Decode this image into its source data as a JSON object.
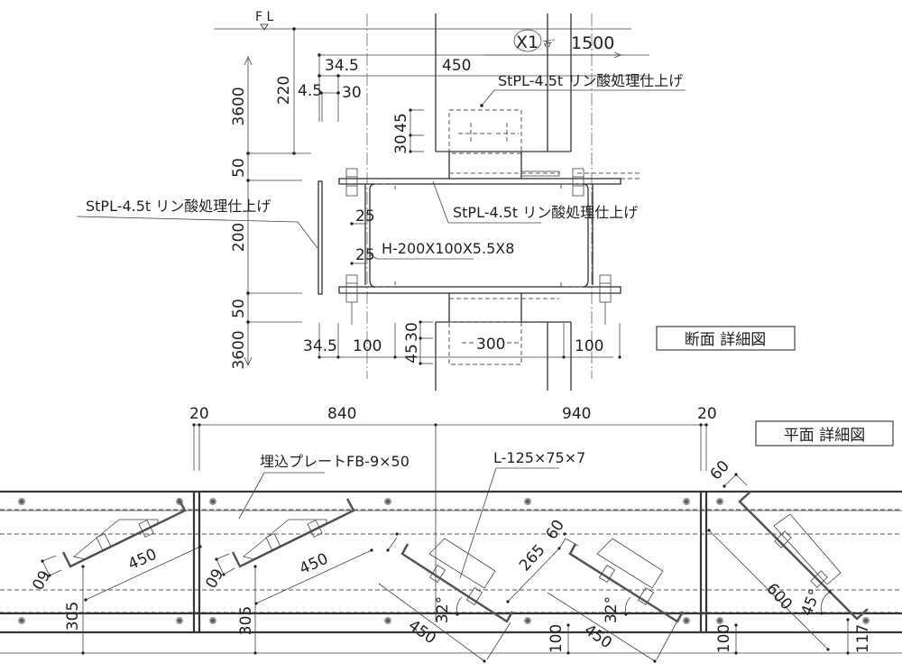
{
  "section_view": {
    "title": "断面 詳細図",
    "fl_label": "F L",
    "x1_marker": "X1",
    "x1_suffix": "ﾏﾃﾞ",
    "x1_dim": "1500",
    "dims": {
      "height_top": "3600",
      "height_bottom": "3600",
      "d220": "220",
      "d50_top": "50",
      "d200": "200",
      "d50_bottom": "50",
      "d34_5_top": "34.5",
      "d450": "450",
      "d4_5": "4.5",
      "d30_top": "30",
      "d45_top": "45",
      "d30_top2": "30",
      "d25_a": "25",
      "d25_b": "25",
      "d34_5_bottom": "34.5",
      "d100_left": "100",
      "d45_bottom": "45",
      "d30_bottom": "30",
      "d300": "300",
      "d100_right": "100"
    },
    "labels": {
      "plate_top": "StPL-4.5t リン酸処理仕上げ",
      "plate_left": "StPL-4.5t リン酸処理仕上げ",
      "plate_mid": "StPL-4.5t リン酸処理仕上げ",
      "h_beam": "H-200X100X5.5X8"
    }
  },
  "plan_view": {
    "title": "平面 詳細図",
    "dims": {
      "d20_left": "20",
      "d840": "840",
      "d940": "940",
      "d20_right": "20",
      "d60_a": "60",
      "d450_a": "450",
      "d305_a": "305",
      "d60_b": "60",
      "d450_b": "450",
      "d305_b": "305",
      "d32_a": "32°",
      "d450_c": "450",
      "d100_a": "100",
      "d265": "265",
      "d60_c": "60",
      "d32_b": "32°",
      "d450_d": "450",
      "d100_b": "100",
      "d60_d": "60",
      "d600": "600",
      "d45deg": "45°",
      "d117": "117"
    },
    "labels": {
      "embed_plate": "埋込プレートFB-9×50",
      "angle": "L-125×75×7"
    }
  }
}
